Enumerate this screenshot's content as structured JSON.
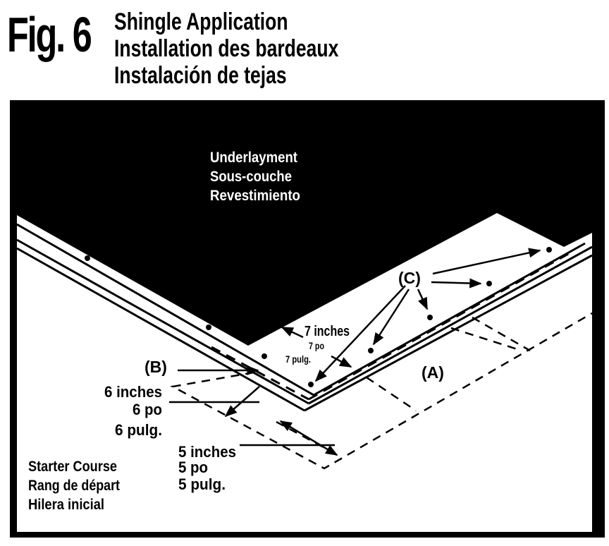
{
  "figure": {
    "number_label": "Fig. 6",
    "titles": [
      "Shingle Application",
      "Installation des bardeaux",
      "Instalación de tejas"
    ]
  },
  "diagram": {
    "underlayment": [
      "Underlayment",
      "Sous-couche",
      "Revestimiento"
    ],
    "callout_a": "(A)",
    "callout_b": "(B)",
    "callout_c": "(C)",
    "dim_7": [
      "7 inches",
      "7 po",
      "7 pulg."
    ],
    "dim_6": [
      "6 inches",
      "6 po",
      "6 pulg."
    ],
    "dim_5": [
      "5 inches",
      "5 po",
      "5 pulg."
    ],
    "starter_course": [
      "Starter Course",
      "Rang de départ",
      "Hilera inicial"
    ]
  },
  "colors": {
    "ink": "#000000",
    "paper": "#ffffff"
  }
}
